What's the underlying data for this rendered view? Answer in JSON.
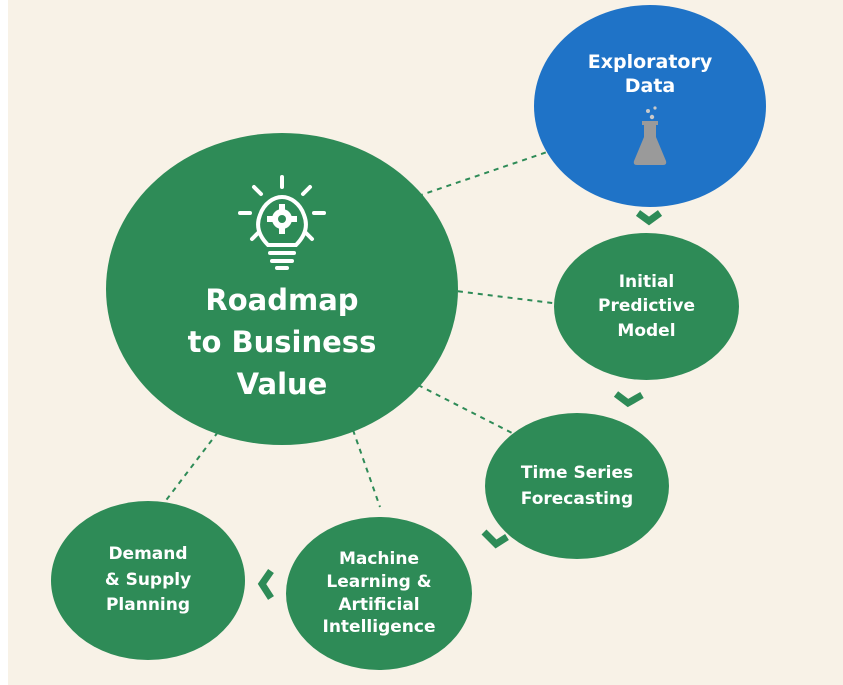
{
  "nodes": {
    "exploratory_data": {
      "label": "Exploratory\nData",
      "icon": "flask-icon"
    },
    "roadmap": {
      "label": "Roadmap\nto Business\nValue",
      "icon": "lightbulb-gear-icon"
    },
    "initial_predictive_model": {
      "label": "Initial\nPredictive\nModel"
    },
    "time_series_forecasting": {
      "label": "Time Series\nForecasting"
    },
    "machine_learning_ai": {
      "label": "Machine\nLearning &\nArtificial\nIntelligence"
    },
    "demand_supply_planning": {
      "label": "Demand\n& Supply\nPlanning"
    }
  },
  "colors": {
    "background": "#f8f2e7",
    "green": "#2e8b57",
    "blue": "#1f73c7",
    "connector": "#2e8b57"
  }
}
